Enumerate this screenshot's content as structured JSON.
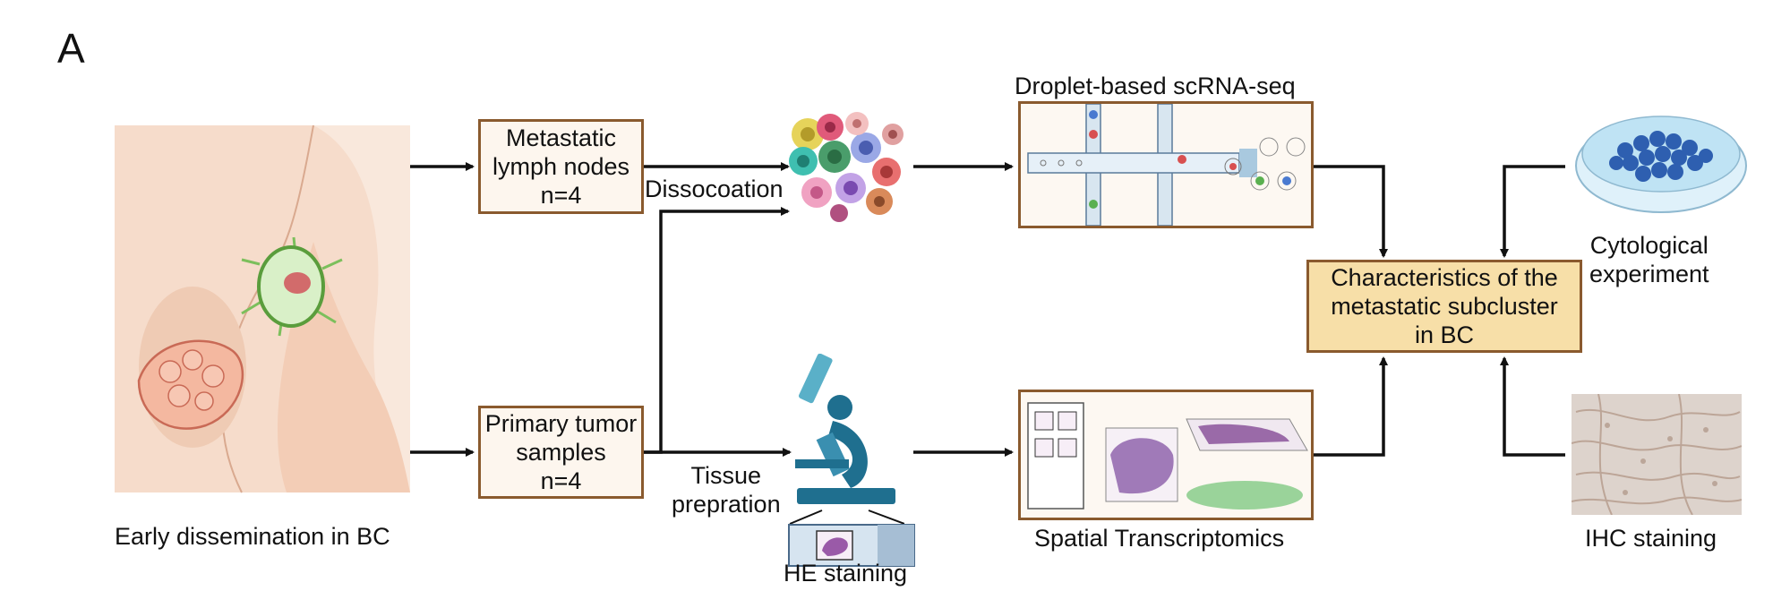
{
  "panel_letter": "A",
  "nodes": {
    "early": "Early dissemination in BC",
    "lymph": [
      "Metastatic",
      "lymph nodes",
      "n=4"
    ],
    "primary": [
      "Primary tumor",
      "samples",
      "n=4"
    ],
    "dissociation": "Dissocoation",
    "tissue": [
      "Tissue",
      "prepration"
    ],
    "droplet_title": "Droplet-based scRNA-seq",
    "he": "HE staining",
    "spatial": "Spatial Transcriptomics",
    "characteristics": [
      "Characteristics of the",
      "metastatic subcluster",
      "in BC"
    ],
    "cytological": [
      "Cytological",
      "experiment"
    ],
    "ihc": "IHC staining"
  },
  "colors": {
    "box_border": "#8a5a2e",
    "box_fill": "#fdf6ee",
    "highlight_fill": "#f7dfa8",
    "skin": "#f6dccb",
    "tumor": "#f2a892",
    "lymph_node": "#9bd38a",
    "dish_cells": "#2e5fb0"
  }
}
